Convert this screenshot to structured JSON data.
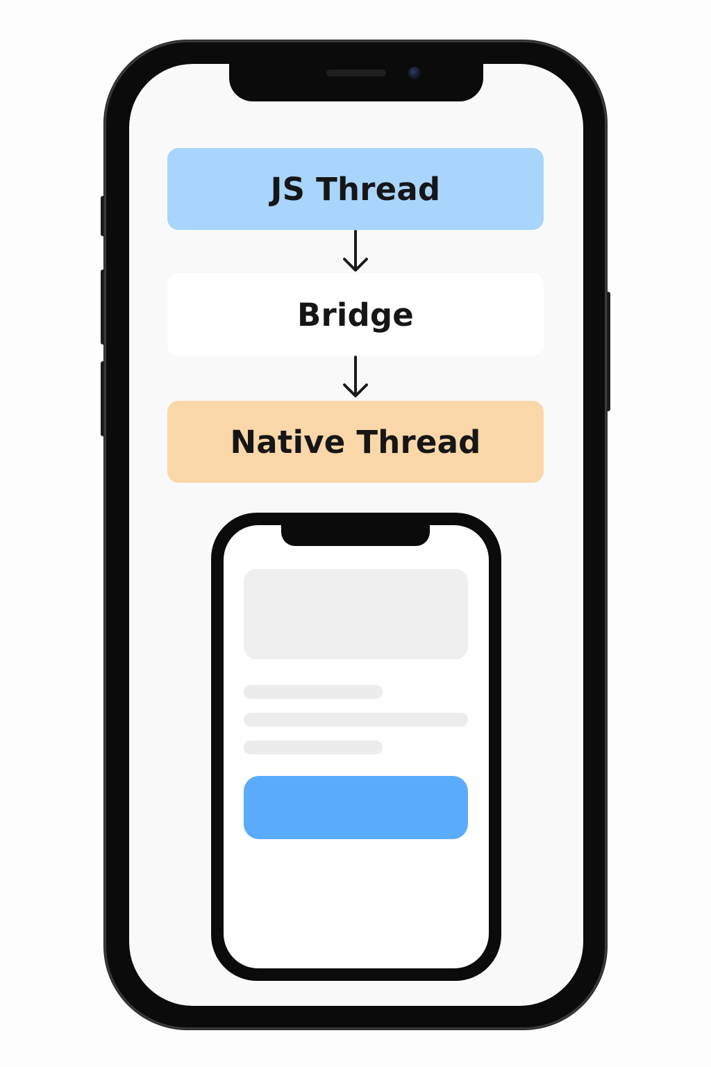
{
  "diagram": {
    "js_thread": {
      "label": "JS Thread",
      "color": "#a9d5fd"
    },
    "bridge": {
      "label": "Bridge",
      "color": "#ffffff"
    },
    "native_thread": {
      "label": "Native Thread",
      "color": "#fad7a9"
    },
    "arrow_icon": "arrow-down-icon"
  },
  "mockup": {
    "screen_color": "#ffffff",
    "placeholder_color": "#efefef",
    "button_color": "#5aabfb"
  },
  "device": {
    "frame_color": "#0b0b0b",
    "screen_color": "#f9f9f9"
  }
}
